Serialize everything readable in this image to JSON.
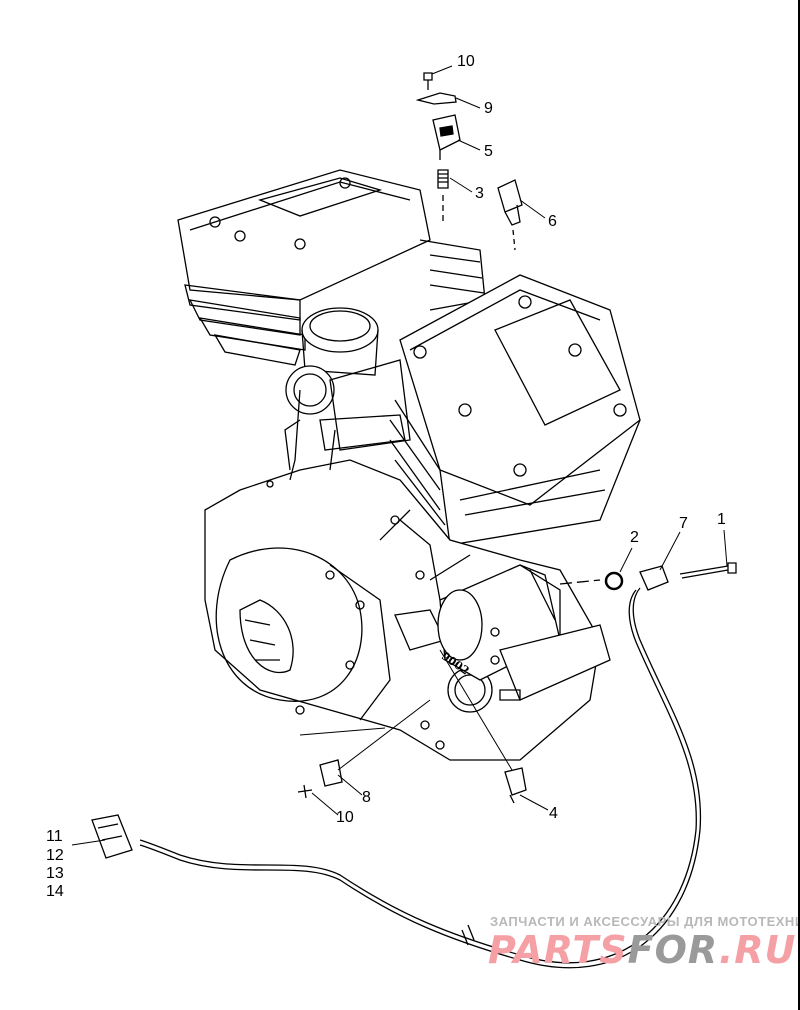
{
  "diagram": {
    "callouts": [
      {
        "id": "callout-10-top",
        "text": "10"
      },
      {
        "id": "callout-9",
        "text": "9"
      },
      {
        "id": "callout-5",
        "text": "5"
      },
      {
        "id": "callout-3",
        "text": "3"
      },
      {
        "id": "callout-6",
        "text": "6"
      },
      {
        "id": "callout-2",
        "text": "2"
      },
      {
        "id": "callout-7",
        "text": "7"
      },
      {
        "id": "callout-1",
        "text": "1"
      },
      {
        "id": "callout-8",
        "text": "8"
      },
      {
        "id": "callout-10-bottom",
        "text": "10"
      },
      {
        "id": "callout-4",
        "text": "4"
      },
      {
        "id": "callout-11",
        "text": "11"
      },
      {
        "id": "callout-12",
        "text": "12"
      },
      {
        "id": "callout-13",
        "text": "13"
      },
      {
        "id": "callout-14",
        "text": "14"
      }
    ],
    "part_stamp": "9002"
  },
  "watermark": {
    "tagline": "ЗАПЧАСТИ И АКСЕССУАРЫ ДЛЯ МОТОТЕХНИКИ",
    "brand_part1": "PARTS",
    "brand_part2": "FOR",
    "brand_part3": ".RU"
  }
}
